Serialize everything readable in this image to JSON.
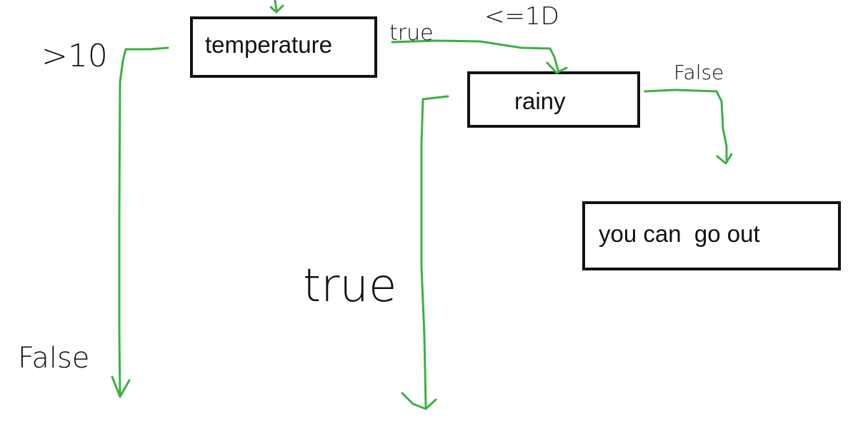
{
  "nodes": {
    "temperature": "temperature",
    "rainy": "rainy",
    "go_out": "you can  go out"
  },
  "edge_labels": {
    "gt_10": ">10",
    "le_10": "<=1D",
    "temperature_true": "true",
    "rainy_false": "False",
    "rainy_true": "true",
    "temperature_false": "False"
  },
  "colors": {
    "edge": "#3cb043",
    "box_border": "#111111",
    "text": "#111111",
    "background": "#ffffff"
  }
}
